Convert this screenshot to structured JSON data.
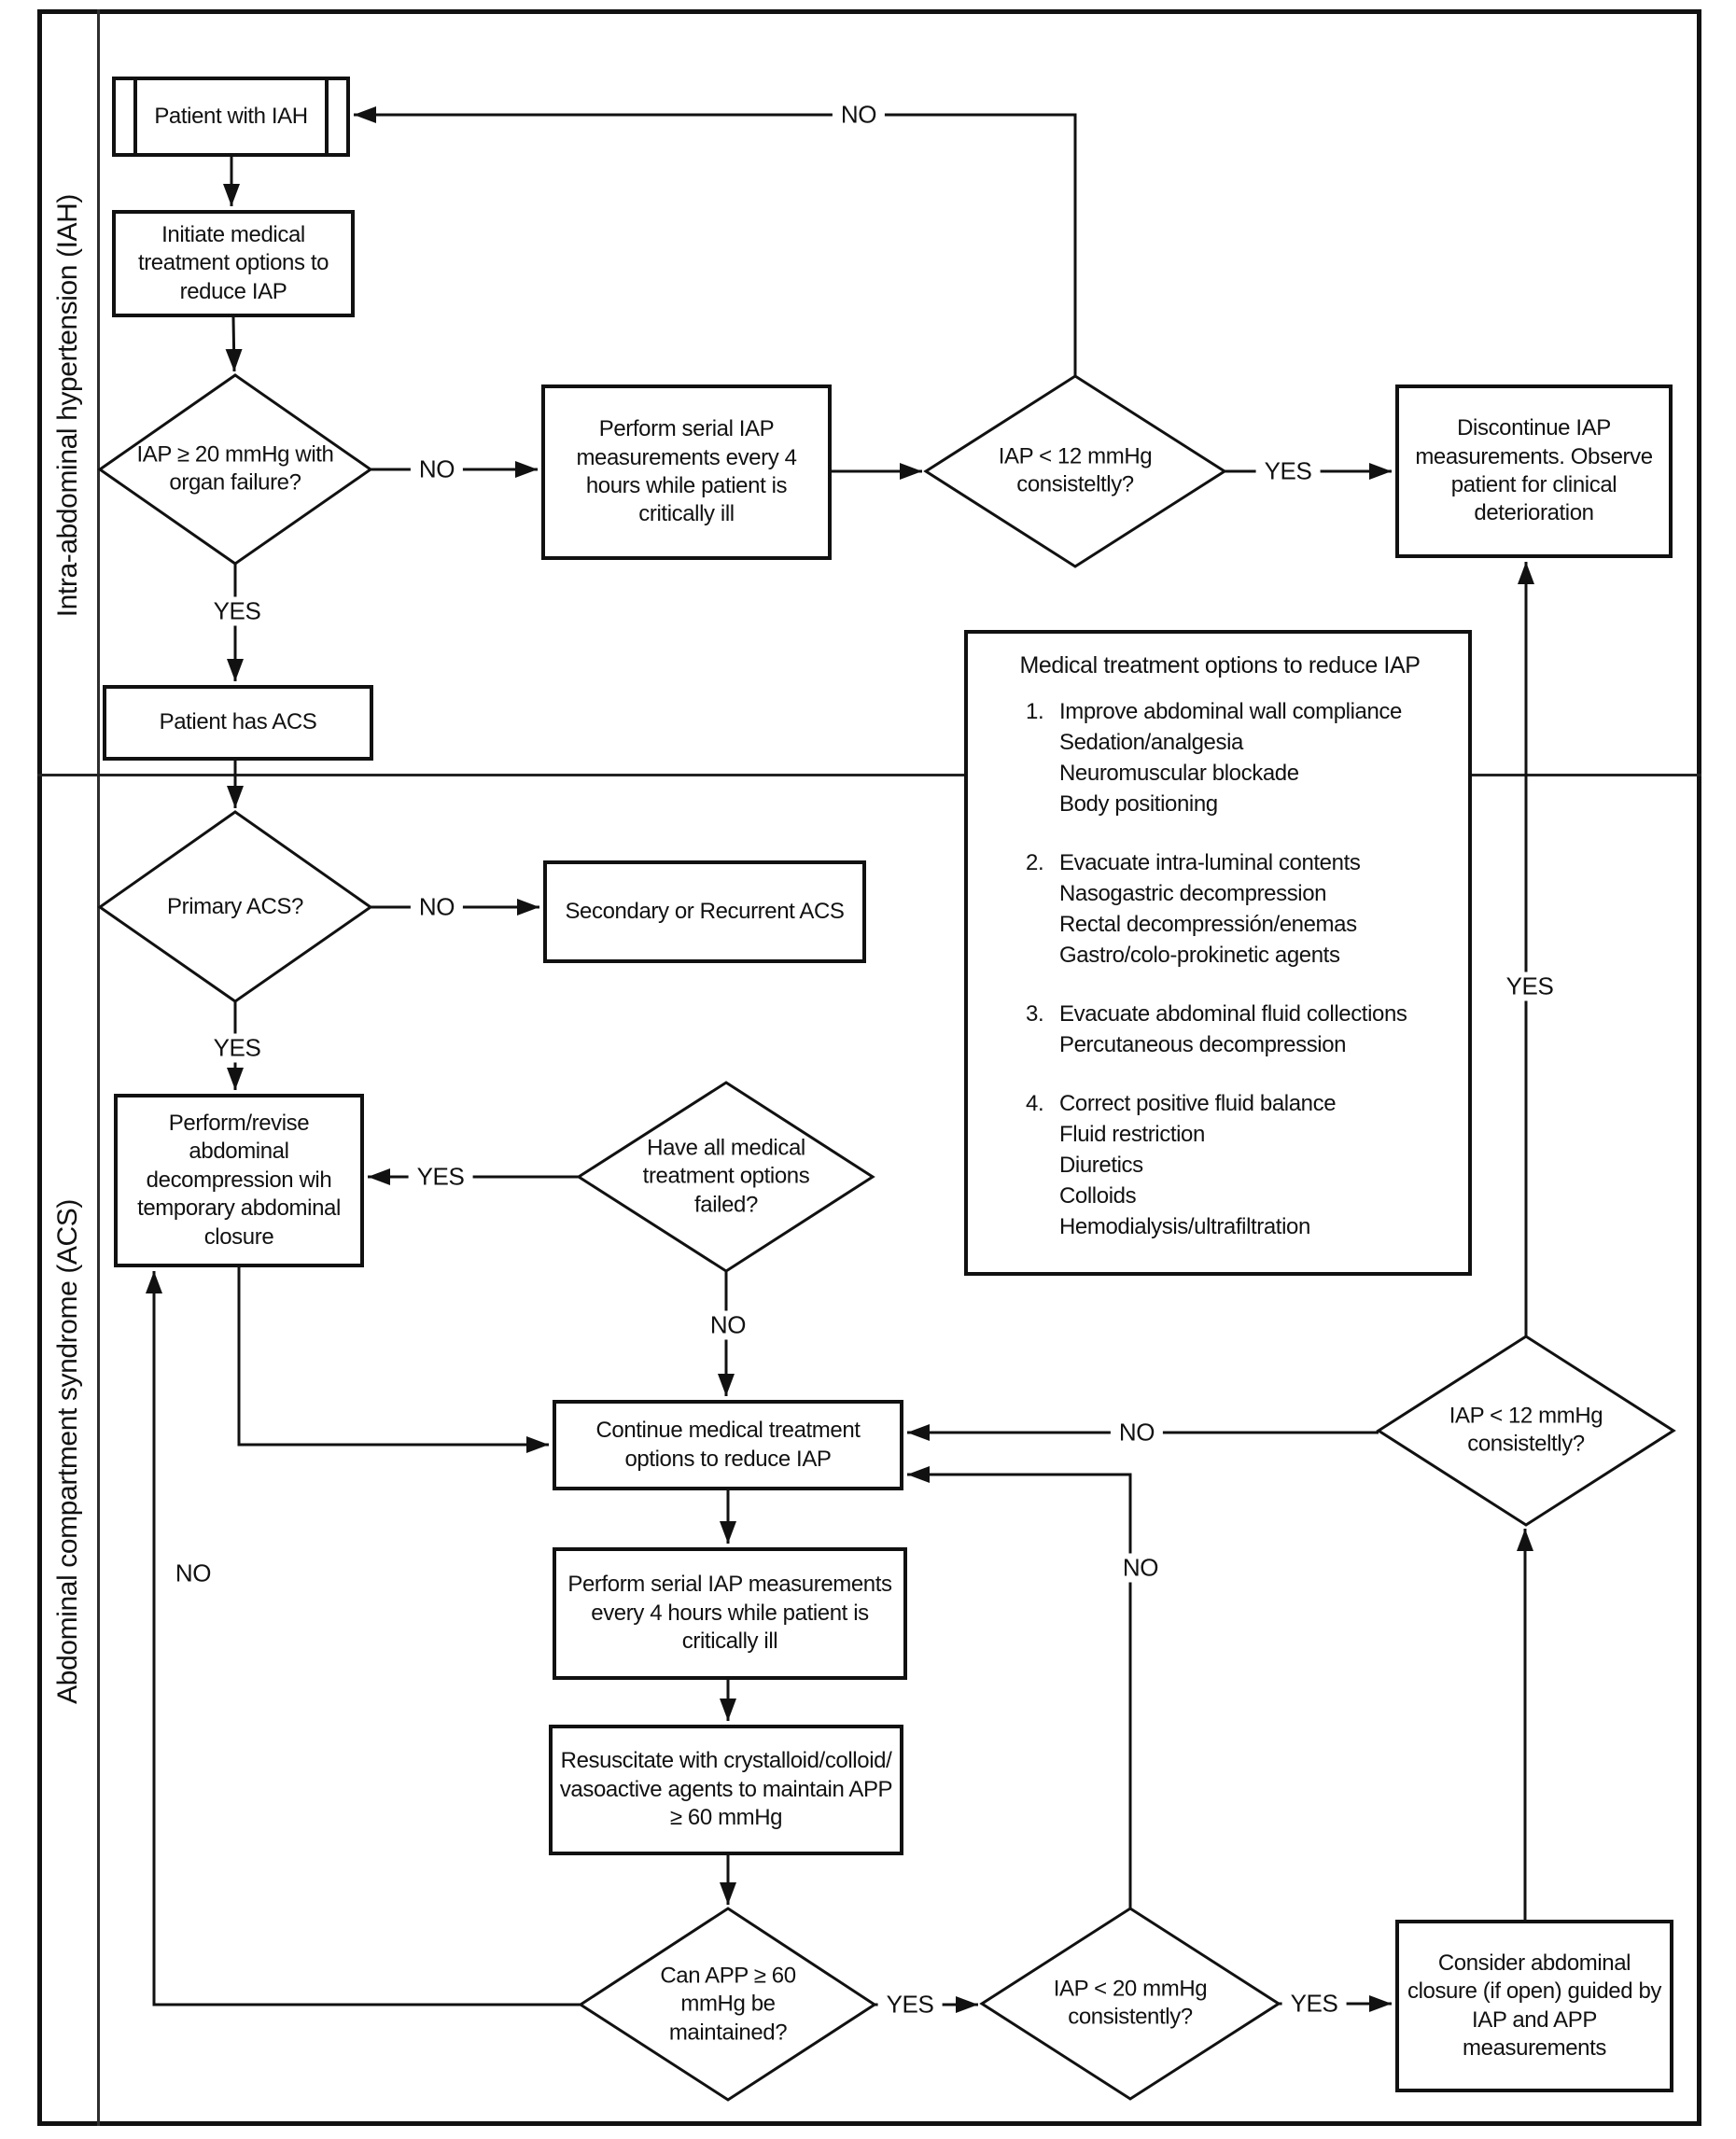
{
  "side_labels": {
    "iah": "Intra-abdominal hypertension (IAH)",
    "acs": "Abdominal compartment syndrome (ACS)"
  },
  "nodes": {
    "patient_iah": "Patient with IAH",
    "initiate": "Initiate medical treatment options to reduce IAP",
    "iap20_organ_failure": "IAP ≥ 20 mmHg with organ failure?",
    "perform_serial_iap_1": "Perform serial IAP measurements every 4 hours while patient is critically ill",
    "iap12_consistently_top": "IAP < 12 mmHg consisteltly?",
    "discontinue_iap": "Discontinue IAP measurements. Observe patient for clinical deterioration",
    "patient_has_acs": "Patient has ACS",
    "primary_acs": "Primary ACS?",
    "secondary_recurrent_acs": "Secondary or Recurrent ACS",
    "perform_revise_decompression": "Perform/revise abdominal decompression wih temporary abdominal closure",
    "have_all_options_failed": "Have all medical treatment options failed?",
    "continue_medical_treatment": "Continue medical treatment options to reduce IAP",
    "perform_serial_iap_2": "Perform serial IAP measurements every 4 hours while patient is critically ill",
    "resuscitate": "Resuscitate with crystalloid/colloid/vasoactive agents to maintain APP ≥ 60 mmHg",
    "can_app_maintained": "Can APP ≥ 60 mmHg be maintained?",
    "iap20_consistently": "IAP < 20 mmHg consistently?",
    "consider_closure": "Consider abdominal closure (if open) guided by IAP and APP measurements",
    "iap12_consistently_right": "IAP < 12 mmHg consisteltly?"
  },
  "options_box": {
    "title": "Medical treatment options to reduce IAP",
    "groups": [
      {
        "num": "1.",
        "title": "Improve abdominal wall compliance",
        "items": [
          "Sedation/analgesia",
          "Neuromuscular blockade",
          "Body positioning"
        ]
      },
      {
        "num": "2.",
        "title": "Evacuate intra-luminal contents",
        "items": [
          "Nasogastric decompression",
          "Rectal decompressión/enemas",
          "Gastro/colo-prokinetic agents"
        ]
      },
      {
        "num": "3.",
        "title": "Evacuate abdominal fluid collections",
        "items": [
          "Percutaneous decompression"
        ]
      },
      {
        "num": "4.",
        "title": "Correct positive fluid balance",
        "items": [
          "Fluid restriction",
          "Diuretics",
          "Colloids",
          "Hemodialysis/ultrafiltration"
        ]
      }
    ]
  },
  "edge_labels": {
    "no_to_patient_iah": "NO",
    "no_iap20_organ": "NO",
    "yes_iap20_organ": "YES",
    "yes_iap12_top": "YES",
    "no_primary_acs": "NO",
    "yes_primary_acs": "YES",
    "yes_have_all_failed": "YES",
    "no_have_all_failed": "NO",
    "no_iap12_right": "NO",
    "no_iap20_consistently": "NO",
    "no_can_app": "NO",
    "yes_can_app": "YES",
    "yes_iap20_consistently": "YES",
    "yes_to_discontinue": "YES"
  }
}
